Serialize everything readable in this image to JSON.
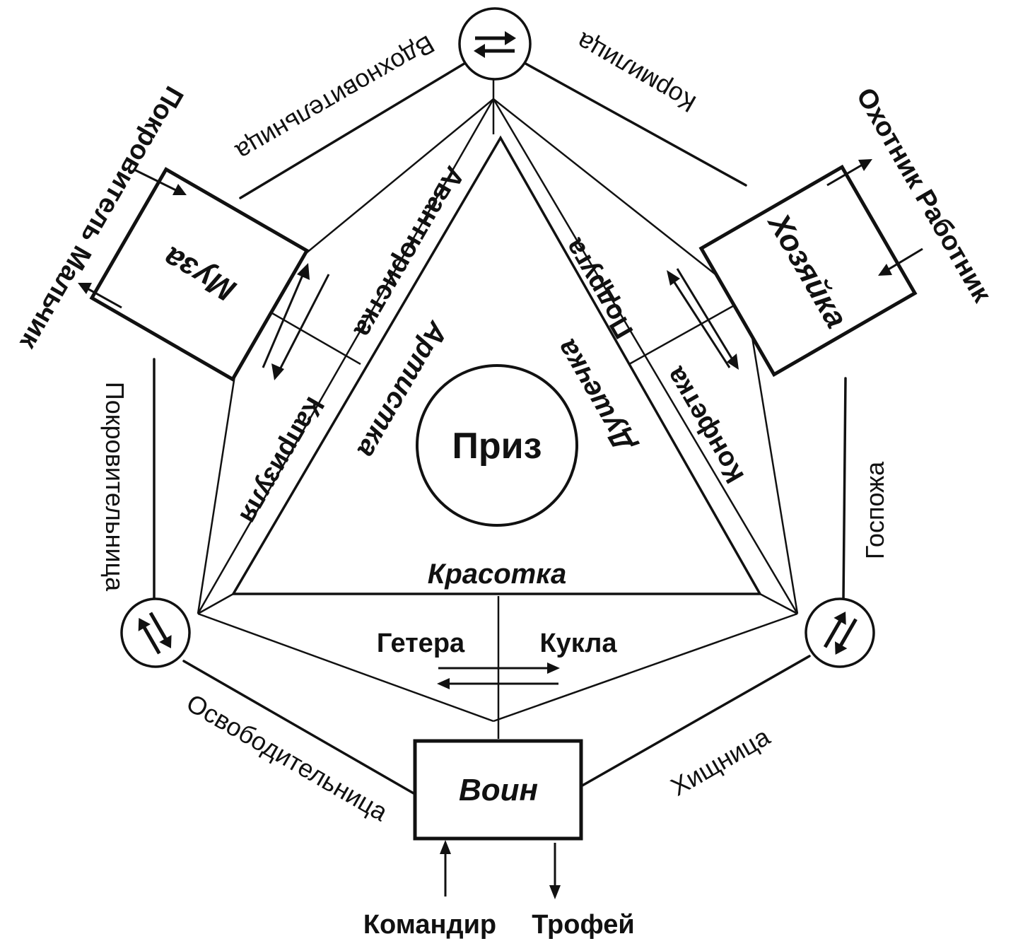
{
  "center": {
    "label": "Приз"
  },
  "boxes": {
    "muse": "Муза",
    "hostess": "Хозяйка",
    "warrior": "Воин"
  },
  "outer_edges": {
    "muse_top": "Вдохновительница",
    "top_hostess": "Кормилица",
    "hostess_right": "Госпожа",
    "right_warrior": "Хищница",
    "warrior_left": "Освободительница",
    "left_muse": "Покровительница"
  },
  "external": {
    "muse": "Покровитель Мальчик",
    "hostess": "Охотник Работник",
    "warrior_in": "Командир",
    "warrior_out": "Трофей"
  },
  "inner": {
    "adventuress": "Авантюристка",
    "artist": "Артистка",
    "capricious": "Капризуля",
    "friend": "Подруга",
    "darling": "Душечка",
    "candy": "Конфетка",
    "beauty": "Красотка",
    "hetaera": "Гетера",
    "doll": "Кукла"
  },
  "colors": {
    "ink": "#111111",
    "paper": "#ffffff"
  }
}
